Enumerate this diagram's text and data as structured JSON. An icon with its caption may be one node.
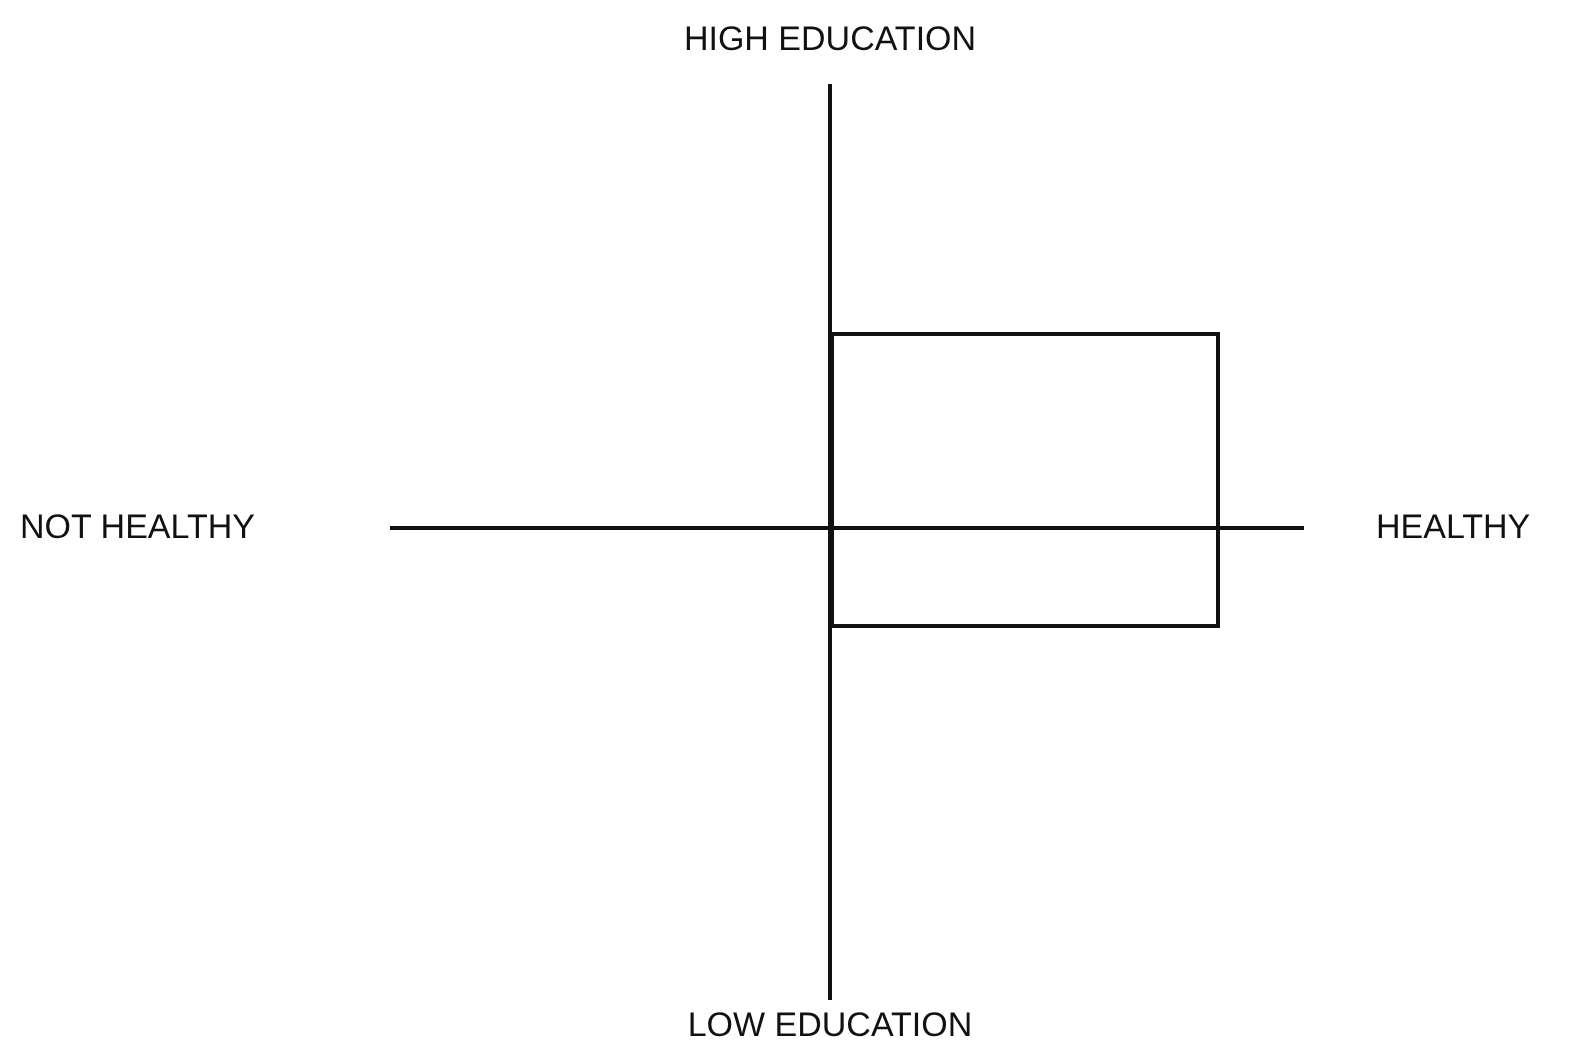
{
  "diagram": {
    "nodes": [
      {
        "text": [],
        "shape": "box"
      }
    ],
    "labels": [
      "HIGH EDUCATION",
      "NOT HEALTHY",
      "HEALTHY",
      "LOW EDUCATION"
    ]
  }
}
